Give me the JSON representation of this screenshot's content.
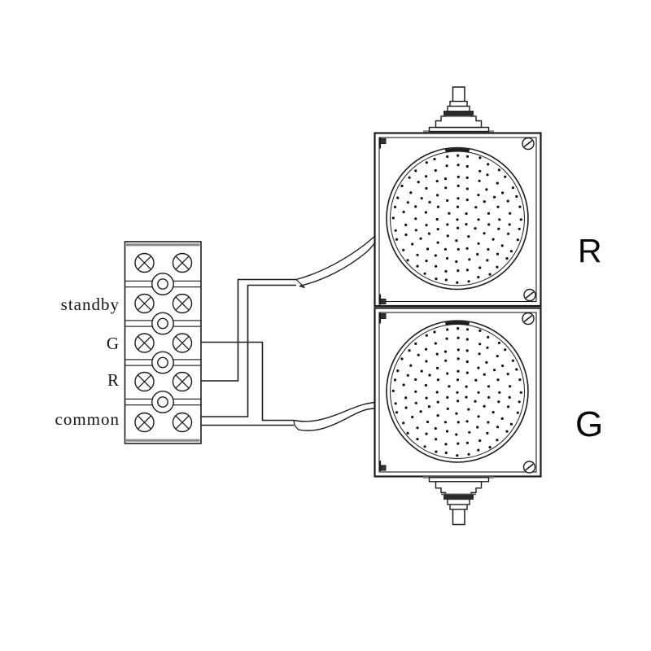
{
  "terminal": {
    "row_labels": [
      "",
      "standby",
      "G",
      "R",
      "common"
    ]
  },
  "lamps": {
    "top": {
      "label": "R"
    },
    "bottom": {
      "label": "G"
    }
  },
  "wiring": [
    {
      "from_terminal": "R",
      "to_lamp": "R"
    },
    {
      "from_terminal": "common",
      "to_lamp": "R"
    },
    {
      "from_terminal": "G",
      "to_lamp": "G"
    },
    {
      "from_terminal": "common",
      "to_lamp": "G"
    }
  ],
  "colors": {
    "line": "#1c1c1c",
    "divider": "#2f2f2f",
    "gray_band": "#8a8a8a",
    "dark_fill": "#2a2a2a",
    "dot": "#111111",
    "background": "#ffffff"
  }
}
